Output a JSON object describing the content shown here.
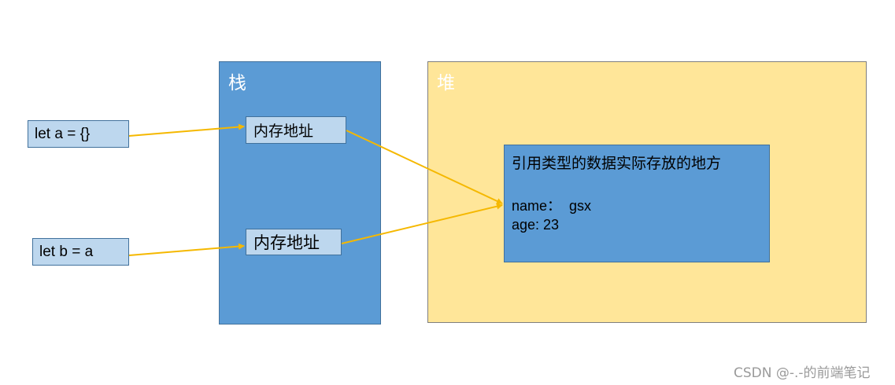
{
  "stack": {
    "label": "栈"
  },
  "heap": {
    "label": "堆"
  },
  "variables": [
    {
      "code": "let a = {}"
    },
    {
      "code": "let b = a"
    }
  ],
  "addresses": [
    {
      "label": "内存地址"
    },
    {
      "label": "内存地址"
    }
  ],
  "heap_object": {
    "title": "引用类型的数据实际存放的地方",
    "lines": [
      "name：  gsx",
      "age: 23"
    ]
  },
  "colors": {
    "stack_fill": "#5b9bd5",
    "heap_fill": "#ffe699",
    "cell_fill": "#bdd7ee",
    "arrow": "#f5b800"
  },
  "watermark": "CSDN @-.-的前端笔记"
}
